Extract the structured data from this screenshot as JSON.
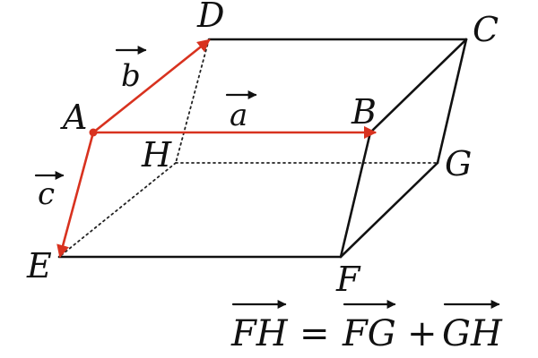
{
  "vertices": {
    "A": "A",
    "B": "B",
    "C": "C",
    "D": "D",
    "E": "E",
    "F": "F",
    "G": "G",
    "H": "H"
  },
  "vectors": {
    "a": "a",
    "b": "b",
    "c": "c"
  },
  "formula": {
    "lhs": "FH",
    "equals": "=",
    "term1": "FG",
    "plus": "+",
    "term2": "GH"
  },
  "colors": {
    "vector": "#d8321f",
    "edge": "#111111"
  }
}
